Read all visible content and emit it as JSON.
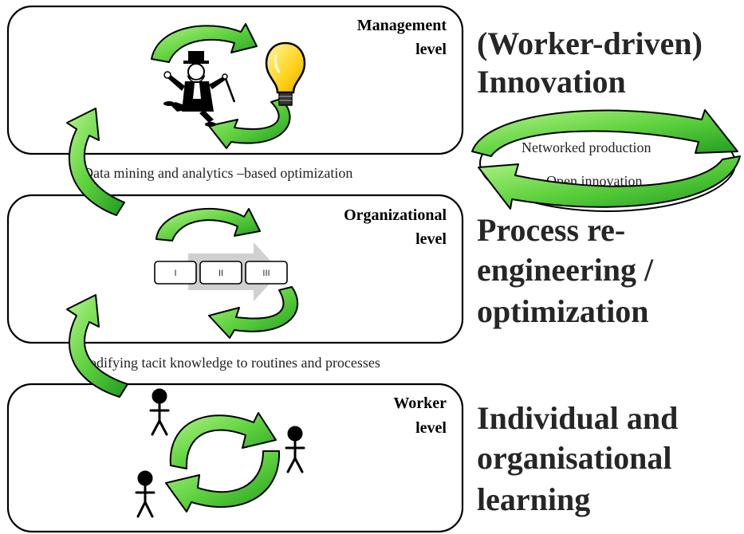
{
  "levels": {
    "management": {
      "label_line1": "Management",
      "label_line2": "level"
    },
    "organizational": {
      "label_line1": "Organizational",
      "label_line2": "level"
    },
    "worker": {
      "label_line1": "Worker",
      "label_line2": "level"
    }
  },
  "captions": {
    "top": "Data mining and analytics –based optimization",
    "bottom": "Codifying tacit knowledge to routines and processes"
  },
  "side": {
    "innovation": {
      "line1": "(Worker-driven)",
      "line2": "Innovation"
    },
    "process": {
      "line1": "Process re-",
      "line2": "engineering /",
      "line3": "optimization"
    },
    "learning": {
      "line1": "Individual and",
      "line2": "organisational",
      "line3": "learning"
    }
  },
  "oval": {
    "line1": "Networked production",
    "line2": "Open innovation"
  },
  "process_steps": [
    "I",
    "II",
    "III"
  ],
  "colors": {
    "arrow_light": "#9cf06a",
    "arrow_dark": "#1f9e1f",
    "outline": "#000000"
  },
  "icons": [
    "monopoly-man-icon",
    "light-bulb-icon",
    "stick-figure-icon"
  ]
}
